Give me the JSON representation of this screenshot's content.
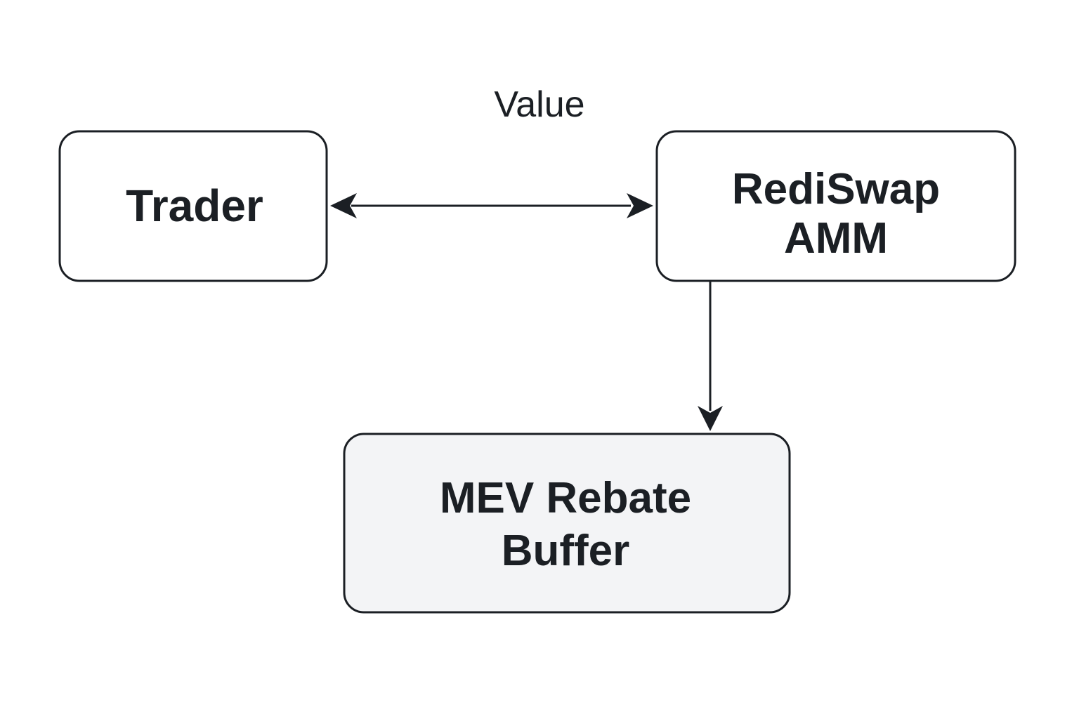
{
  "diagram": {
    "nodes": {
      "trader": {
        "line1": "Trader",
        "fill": "#ffffff"
      },
      "amm": {
        "line1": "RediSwap",
        "line2": "AMM",
        "fill": "#ffffff"
      },
      "buffer": {
        "line1": "MEV Rebate",
        "line2": "Buffer",
        "fill": "#f3f4f6"
      }
    },
    "edges": {
      "trader_amm": {
        "label": "Value",
        "direction": "bidirectional"
      },
      "amm_buffer": {
        "direction": "forward"
      }
    },
    "colors": {
      "stroke": "#1b1f24",
      "background": "#ffffff"
    }
  }
}
